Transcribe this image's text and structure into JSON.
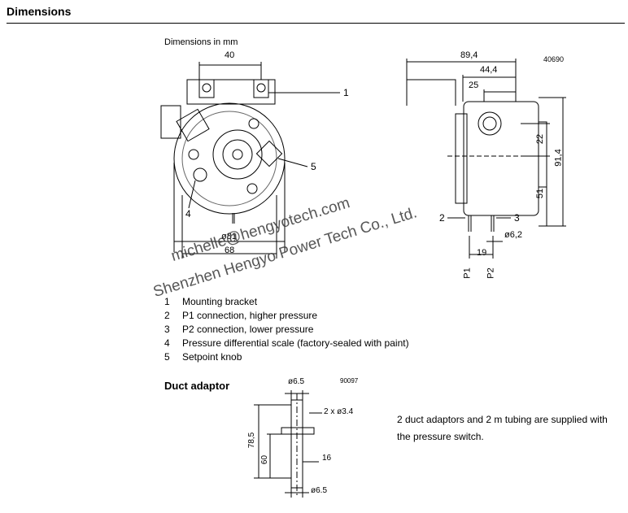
{
  "header": {
    "title": "Dimensions"
  },
  "main_drawing": {
    "caption": "Dimensions in mm",
    "dims": {
      "width_top": "40",
      "dia_81": "ø81",
      "dia_68": "68",
      "side_89_4": "89,4",
      "side_44_4": "44,4",
      "side_25": "25",
      "side_22": "22",
      "side_91_4": "91,4",
      "side_51": "51",
      "side_19": "19",
      "side_6_2": "ø6,2"
    },
    "ref_number": "40690",
    "callouts": {
      "c1": "1",
      "c2": "2",
      "c3": "3",
      "c4": "4",
      "c5": "5"
    },
    "port_labels": {
      "p1": "P1",
      "p2": "P2"
    }
  },
  "legend": [
    {
      "num": "1",
      "text": "Mounting bracket"
    },
    {
      "num": "2",
      "text": "P1 connection, higher pressure"
    },
    {
      "num": "3",
      "text": "P2 connection, lower pressure"
    },
    {
      "num": "4",
      "text": "Pressure differential scale (factory-sealed with paint)"
    },
    {
      "num": "5",
      "text": "Setpoint knob"
    }
  ],
  "duct_adaptor": {
    "title": "Duct adaptor",
    "ref_number": "90097",
    "dims": {
      "top_dia": "ø6.5",
      "holes": "2 x ø3.4",
      "height_78_5": "78,5",
      "height_60": "60",
      "width_16": "16",
      "bottom_dia": "ø6.5"
    },
    "note_line1": "2 duct adaptors and 2 m tubing are supplied with",
    "note_line2": "the pressure switch."
  },
  "watermark": {
    "line1": "michelle@hengyotech.com",
    "line2": "Shenzhen Hengyo Power Tech Co., Ltd."
  }
}
